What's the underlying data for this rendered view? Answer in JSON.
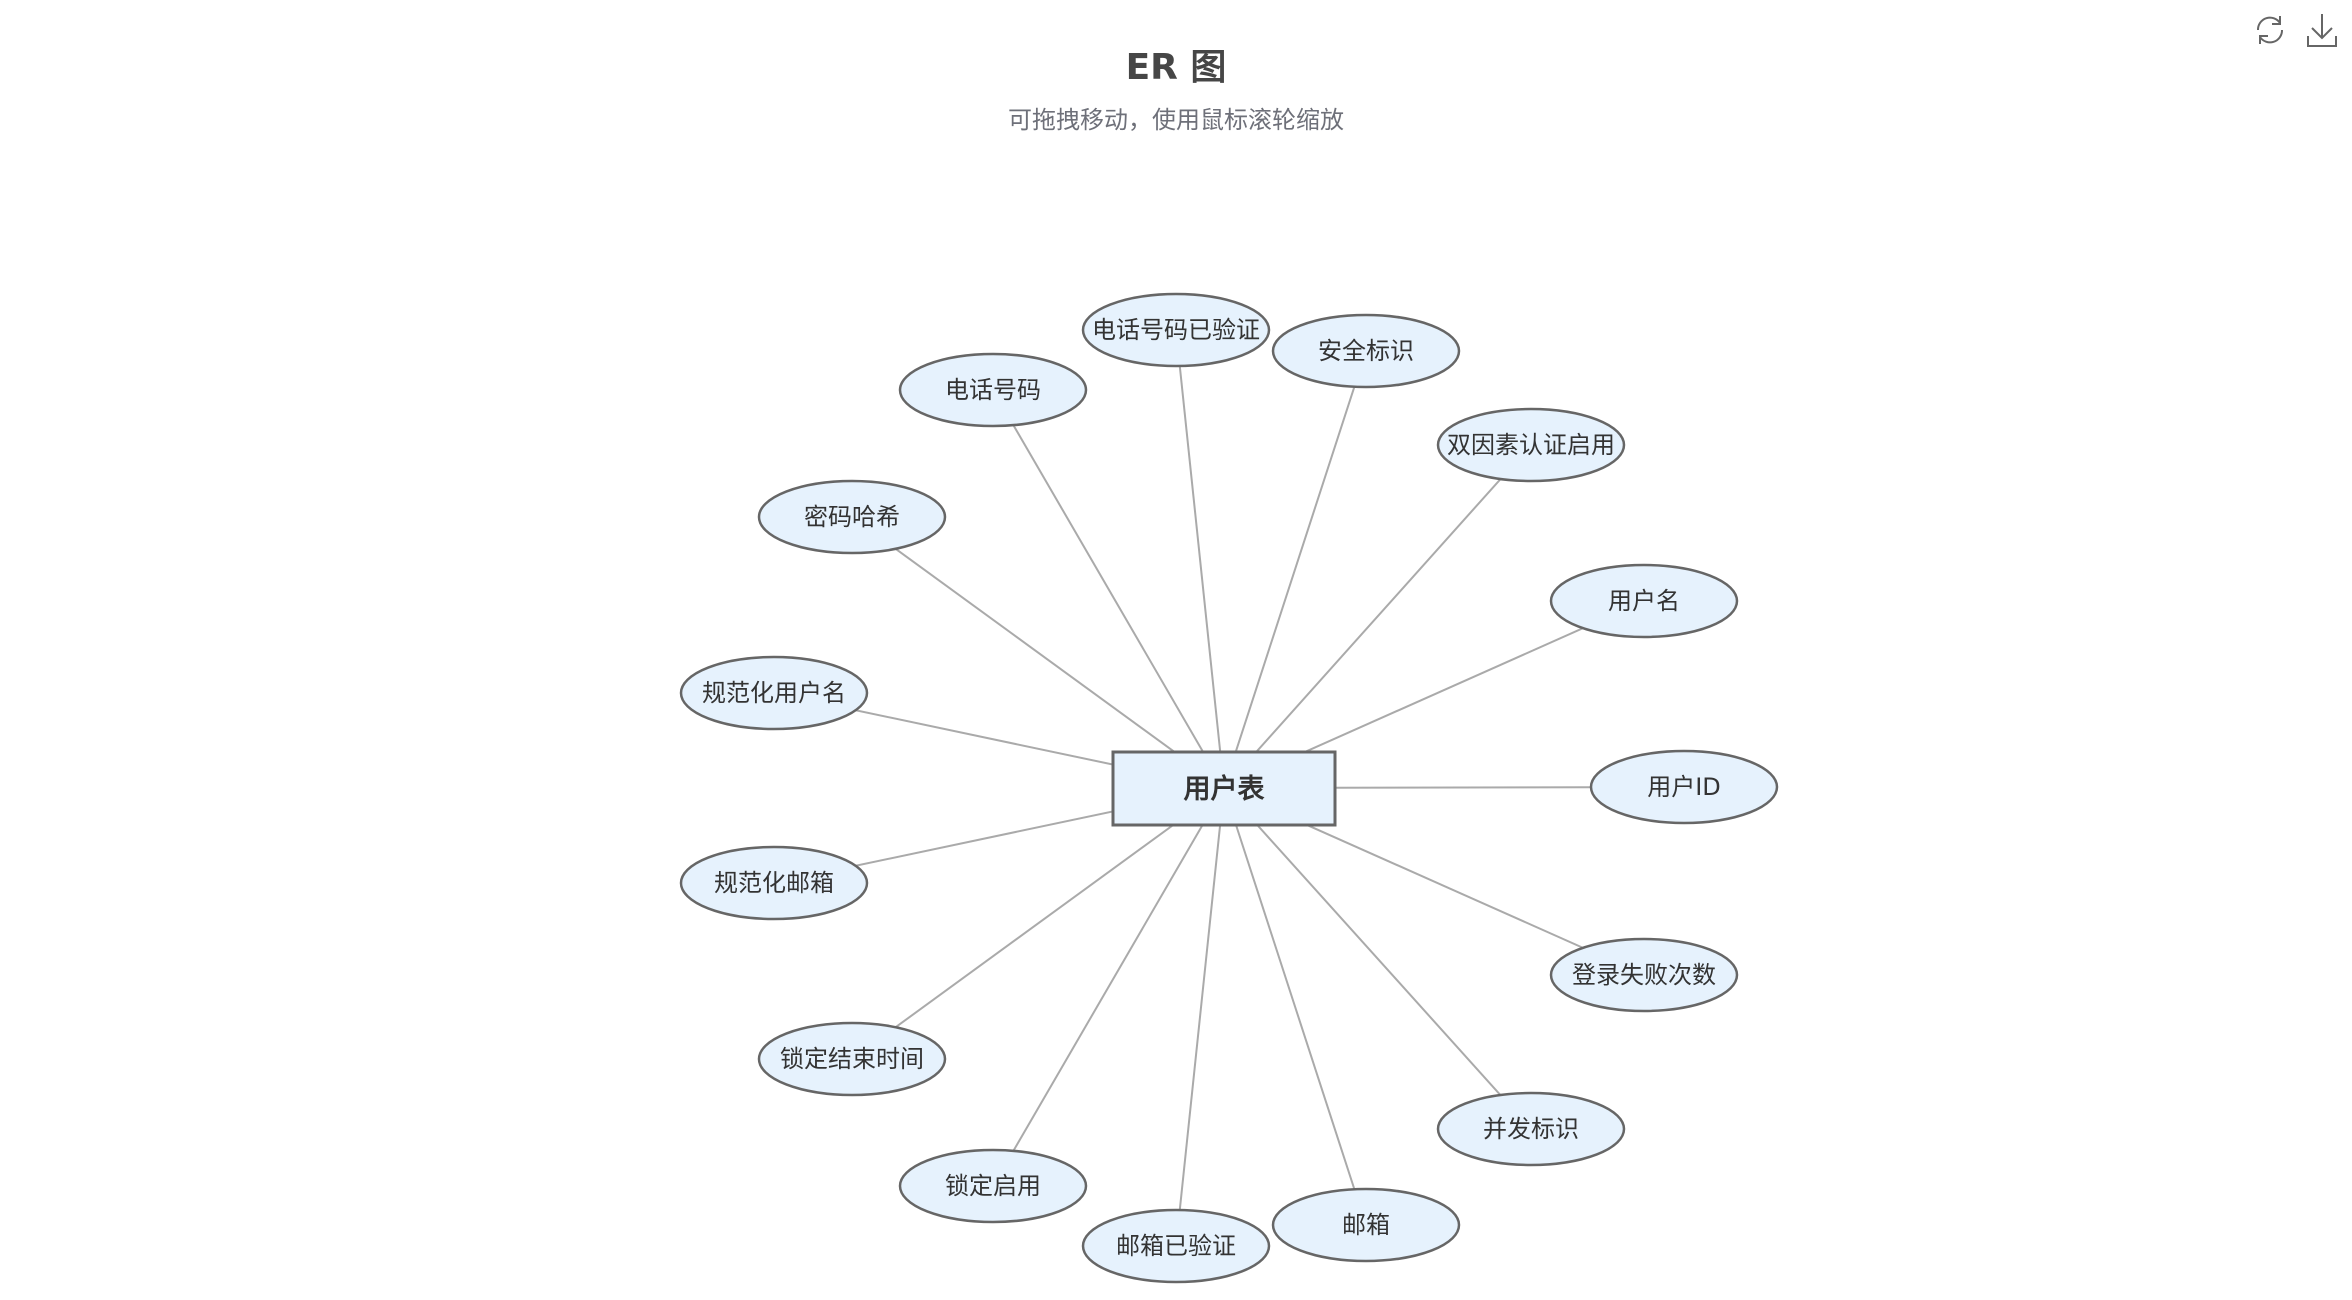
{
  "header": {
    "title": "ER 图",
    "subtitle": "可拖拽移动，使用鼠标滚轮缩放"
  },
  "toolbox": [
    {
      "name": "refresh-icon"
    },
    {
      "name": "download-icon"
    }
  ],
  "diagram": {
    "entity": "用户表",
    "attributes": [
      "电话号码已验证",
      "安全标识",
      "电话号码",
      "双因素认证启用",
      "密码哈希",
      "用户名",
      "规范化用户名",
      "用户ID",
      "规范化邮箱",
      "登录失败次数",
      "锁定结束时间",
      "并发标识",
      "锁定启用",
      "邮箱",
      "邮箱已验证"
    ],
    "colors": {
      "node_fill": "#e6f2fd",
      "node_stroke": "#666666",
      "edge": "#aaaaaa"
    }
  }
}
